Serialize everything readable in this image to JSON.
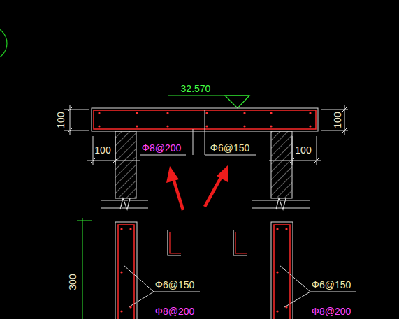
{
  "diagram": {
    "labels": [
      "32.570",
      "100",
      "100",
      "100",
      "Φ8@200",
      "Φ6@150",
      "100",
      "300",
      "Φ6@150",
      "Φ8@200",
      "Φ6@150",
      "Φ8@200"
    ]
  }
}
